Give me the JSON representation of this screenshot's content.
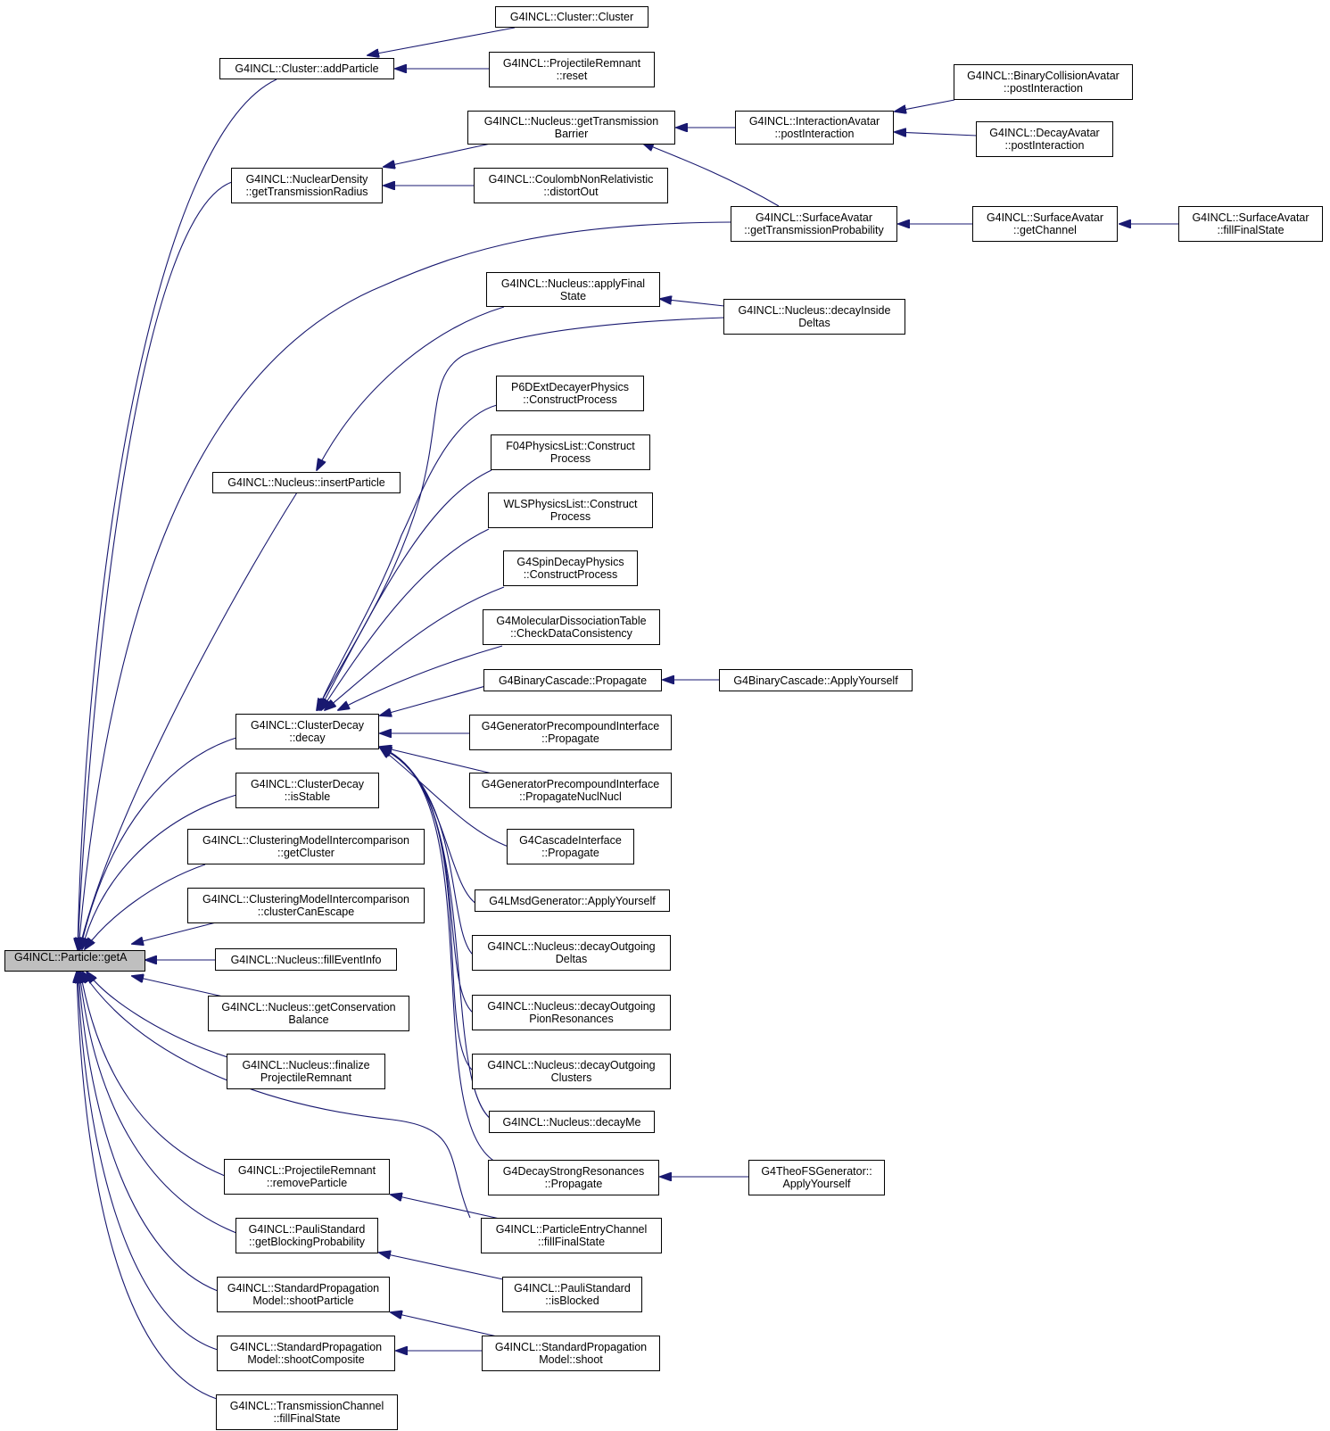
{
  "nodes": {
    "root": [
      "G4INCL::Particle::getA"
    ],
    "n_addParticle": [
      "G4INCL::Cluster::addParticle"
    ],
    "n_clusterCtor": [
      "G4INCL::Cluster::Cluster"
    ],
    "n_projRemnantReset": [
      "G4INCL::ProjectileRemnant",
      "::reset"
    ],
    "n_getTransBarrier": [
      "G4INCL::Nucleus::getTransmission",
      "Barrier"
    ],
    "n_interactionPost": [
      "G4INCL::InteractionAvatar",
      "::postInteraction"
    ],
    "n_binaryCollPost": [
      "G4INCL::BinaryCollisionAvatar",
      "::postInteraction"
    ],
    "n_decayAvatarPost": [
      "G4INCL::DecayAvatar",
      "::postInteraction"
    ],
    "n_nuclearDensity": [
      "G4INCL::NuclearDensity",
      "::getTransmissionRadius"
    ],
    "n_coulombDistort": [
      "G4INCL::CoulombNonRelativistic",
      "::distortOut"
    ],
    "n_surfaceTransProb": [
      "G4INCL::SurfaceAvatar",
      "::getTransmissionProbability"
    ],
    "n_surfaceGetChannel": [
      "G4INCL::SurfaceAvatar",
      "::getChannel"
    ],
    "n_surfaceFill": [
      "G4INCL::SurfaceAvatar",
      "::fillFinalState"
    ],
    "n_applyFinalState": [
      "G4INCL::Nucleus::applyFinal",
      "State"
    ],
    "n_decayInsideDeltas": [
      "G4INCL::Nucleus::decayInside",
      "Deltas"
    ],
    "n_insertParticle": [
      "G4INCL::Nucleus::insertParticle"
    ],
    "n_p6d": [
      "P6DExtDecayerPhysics",
      "::ConstructProcess"
    ],
    "n_f04": [
      "F04PhysicsList::Construct",
      "Process"
    ],
    "n_wls": [
      "WLSPhysicsList::Construct",
      "Process"
    ],
    "n_spinDecay": [
      "G4SpinDecayPhysics",
      "::ConstructProcess"
    ],
    "n_molecular": [
      "G4MolecularDissociationTable",
      "::CheckDataConsistency"
    ],
    "n_binaryPropagate": [
      "G4BinaryCascade::Propagate"
    ],
    "n_binaryApply": [
      "G4BinaryCascade::ApplyYourself"
    ],
    "n_clusterDecay": [
      "G4INCL::ClusterDecay",
      "::decay"
    ],
    "n_genPrecoProp": [
      "G4GeneratorPrecompoundInterface",
      "::Propagate"
    ],
    "n_genPrecoPropNN": [
      "G4GeneratorPrecompoundInterface",
      "::PropagateNuclNucl"
    ],
    "n_clusterIsStable": [
      "G4INCL::ClusterDecay",
      "::isStable"
    ],
    "n_cascadeProp": [
      "G4CascadeInterface",
      "::Propagate"
    ],
    "n_clusGetCluster": [
      "G4INCL::ClusteringModelIntercomparison",
      "::getCluster"
    ],
    "n_lmsd": [
      "G4LMsdGenerator::ApplyYourself"
    ],
    "n_clusCanEscape": [
      "G4INCL::ClusteringModelIntercomparison",
      "::clusterCanEscape"
    ],
    "n_decayOutDeltas": [
      "G4INCL::Nucleus::decayOutgoing",
      "Deltas"
    ],
    "n_fillEventInfo": [
      "G4INCL::Nucleus::fillEventInfo"
    ],
    "n_consBalance": [
      "G4INCL::Nucleus::getConservation",
      "Balance"
    ],
    "n_decayOutPion": [
      "G4INCL::Nucleus::decayOutgoing",
      "PionResonances"
    ],
    "n_finalizeRemnant": [
      "G4INCL::Nucleus::finalize",
      "ProjectileRemnant"
    ],
    "n_decayOutClusters": [
      "G4INCL::Nucleus::decayOutgoing",
      "Clusters"
    ],
    "n_decayMe": [
      "G4INCL::Nucleus::decayMe"
    ],
    "n_decayStrong": [
      "G4DecayStrongResonances",
      "::Propagate"
    ],
    "n_theoFS": [
      "G4TheoFSGenerator::",
      "ApplyYourself"
    ],
    "n_removeParticle": [
      "G4INCL::ProjectileRemnant",
      "::removeParticle"
    ],
    "n_particleEntry": [
      "G4INCL::ParticleEntryChannel",
      "::fillFinalState"
    ],
    "n_pauliBlockProb": [
      "G4INCL::PauliStandard",
      "::getBlockingProbability"
    ],
    "n_pauliIsBlocked": [
      "G4INCL::PauliStandard",
      "::isBlocked"
    ],
    "n_shootParticle": [
      "G4INCL::StandardPropagation",
      "Model::shootParticle"
    ],
    "n_shootComposite": [
      "G4INCL::StandardPropagation",
      "Model::shootComposite"
    ],
    "n_shoot": [
      "G4INCL::StandardPropagation",
      "Model::shoot"
    ],
    "n_transmission": [
      "G4INCL::TransmissionChannel",
      "::fillFinalState"
    ]
  },
  "colors": {
    "edge": "#191970",
    "node_border": "#000000",
    "root_fill": "#bfbfbf",
    "node_fill": "#ffffff"
  }
}
